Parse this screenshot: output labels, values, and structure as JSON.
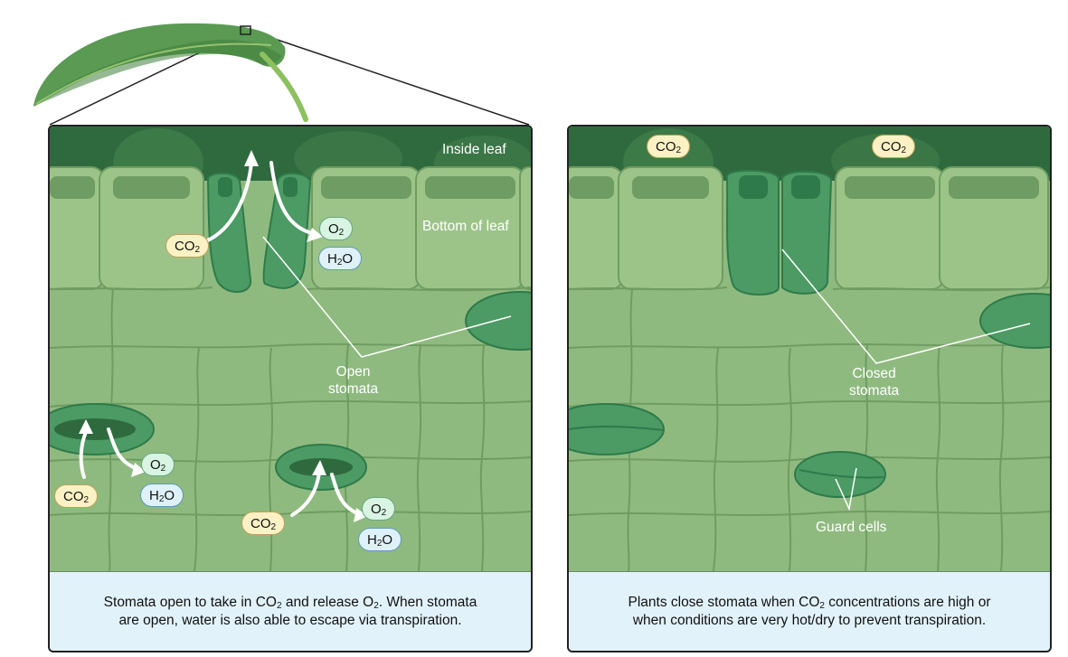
{
  "left_panel": {
    "inside_leaf": "Inside leaf",
    "bottom_of_leaf": "Bottom of leaf",
    "open_stomata": [
      "Open",
      "stomata"
    ],
    "caption": {
      "line1_a": "Stomata open to take in CO",
      "line1_sub1": "2",
      "line1_b": " and release O",
      "line1_sub2": "2",
      "line1_c": ". When stomata",
      "line2": "are open, water is also able to escape via transpiration."
    }
  },
  "right_panel": {
    "closed_stomata": [
      "Closed",
      "stomata"
    ],
    "guard_cells": "Guard cells",
    "caption": {
      "line1_a": "Plants close stomata when CO",
      "line1_sub": "2",
      "line1_b": " concentrations are high or",
      "line2": "when conditions are very hot/dry to prevent transpiration."
    }
  },
  "molecules": {
    "co2_main": "CO",
    "co2_sub": "2",
    "o2_main": "O",
    "o2_sub": "2",
    "h2o_a": "H",
    "h2o_sub": "2",
    "h2o_b": "O"
  },
  "colors": {
    "leaf": "#5a9a52",
    "tissue": "#8fba7f",
    "guard_cell": "#4c9a64",
    "caption_bg": "#e2f2fb",
    "co2_bg": "#fbf1c4",
    "o2_bg": "#d8f4e2",
    "h2o_bg": "#dff1f8"
  }
}
